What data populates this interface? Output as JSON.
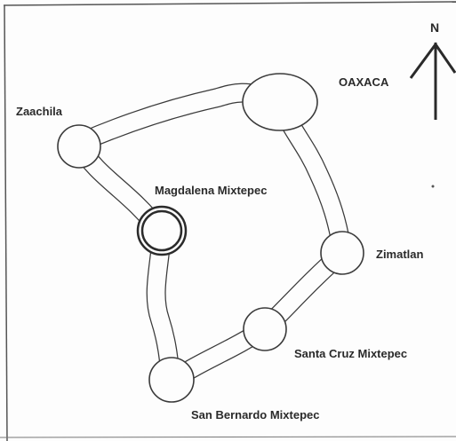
{
  "map": {
    "north_label": "N",
    "towns": {
      "oaxaca": "OAXACA",
      "zaachila": "Zaachila",
      "magdalena": "Magdalena Mixtepec",
      "zimatlan": "Zimatlan",
      "santa_cruz": "Santa Cruz Mixtepec",
      "san_bernardo": "San Bernardo Mixtepec"
    },
    "colors": {
      "ink": "#2a2a2a",
      "paper": "#fdfdfd"
    }
  }
}
